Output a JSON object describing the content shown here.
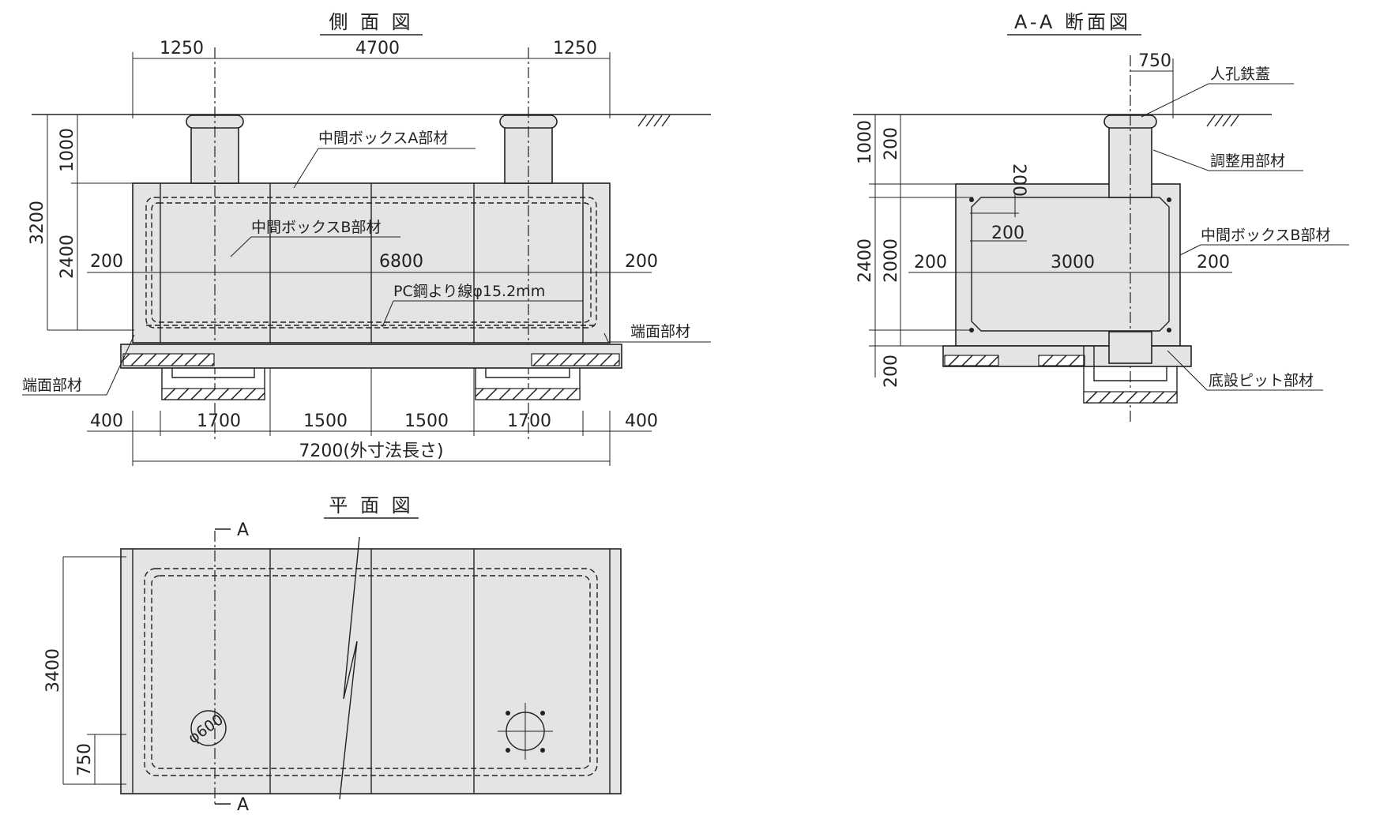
{
  "side_view": {
    "title": "側 面 図",
    "dims": {
      "top_left": "1250",
      "top_mid": "4700",
      "top_right": "1250",
      "left_1000": "1000",
      "left_3200": "3200",
      "left_2400": "2400",
      "side_200_left": "200",
      "inner_6800": "6800",
      "side_200_right": "200",
      "bot_400_left": "400",
      "bot_1700_left": "1700",
      "bot_1500_a": "1500",
      "bot_1500_b": "1500",
      "bot_1700_right": "1700",
      "bot_400_right": "400",
      "overall": "7200(外寸法長さ)"
    },
    "labels": {
      "box_a": "中間ボックスA部材",
      "box_b": "中間ボックスB部材",
      "strand": "PC鋼より線φ15.2mm",
      "end_right": "端面部材",
      "end_left": "端面部材"
    }
  },
  "section_view": {
    "title": "A-A 断面図",
    "dims": {
      "top_750": "750",
      "left_1000": "1000",
      "left_200_top": "200",
      "left_2400": "2400",
      "left_2000": "2000",
      "left_200_bot": "200",
      "inner_200_v": "200",
      "inner_200_h": "200",
      "side_200_left": "200",
      "inner_3000": "3000",
      "side_200_right": "200"
    },
    "labels": {
      "manhole_cover": "人孔鉄蓋",
      "adjust": "調整用部材",
      "box_b": "中間ボックスB部材",
      "pit": "底設ピット部材"
    }
  },
  "plan_view": {
    "title": "平 面 図",
    "dims": {
      "left_3400": "3400",
      "left_750": "750",
      "hole": "φ600"
    },
    "labels": {
      "cut_top": "A",
      "cut_bottom": "A"
    }
  }
}
